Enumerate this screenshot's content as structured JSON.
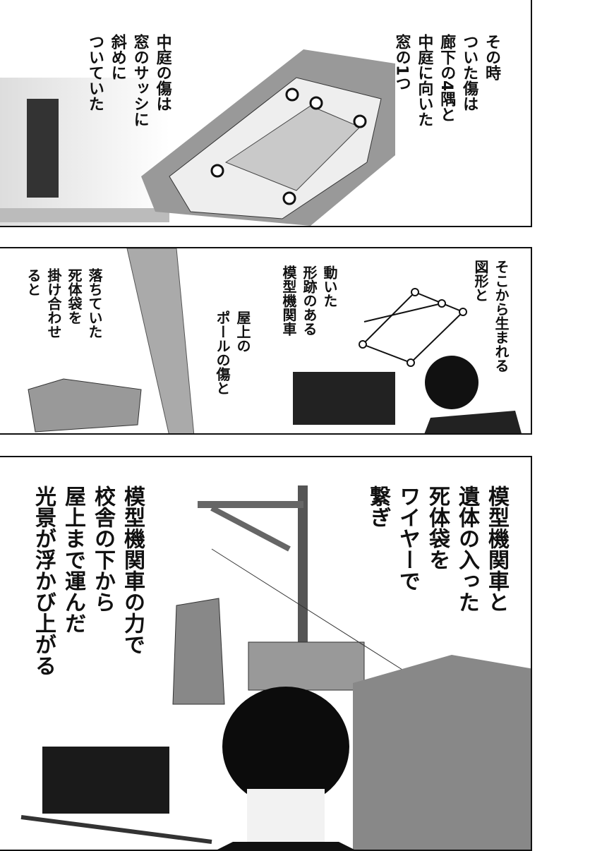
{
  "panels": [
    {
      "captions": [
        {
          "lines": [
            "その時",
            "ついた傷は",
            "廊下の4隅と",
            "中庭に向いた",
            "窓の1つ"
          ]
        },
        {
          "lines": [
            "中庭の傷は",
            "窓のサッシに",
            "斜めに",
            "ついていた"
          ]
        }
      ]
    },
    {
      "captions": [
        {
          "lines": [
            "そこから生まれる",
            "図形と"
          ]
        },
        {
          "lines": [
            "動いた",
            "形跡のある",
            "模型機関車"
          ]
        },
        {
          "lines": [
            "屋上の",
            "ポールの傷と"
          ]
        },
        {
          "lines": [
            "落ちていた",
            "死体袋を",
            "掛け合わせ",
            "ると"
          ]
        }
      ]
    },
    {
      "captions": [
        {
          "lines": [
            "模型機関車と",
            "遺体の入った",
            "死体袋を",
            "ワイヤーで",
            "繋ぎ"
          ]
        },
        {
          "lines": [
            "模型機関車の力で",
            "校舎の下から",
            "屋上まで運んだ",
            "光景が浮かび上がる"
          ]
        }
      ]
    }
  ]
}
